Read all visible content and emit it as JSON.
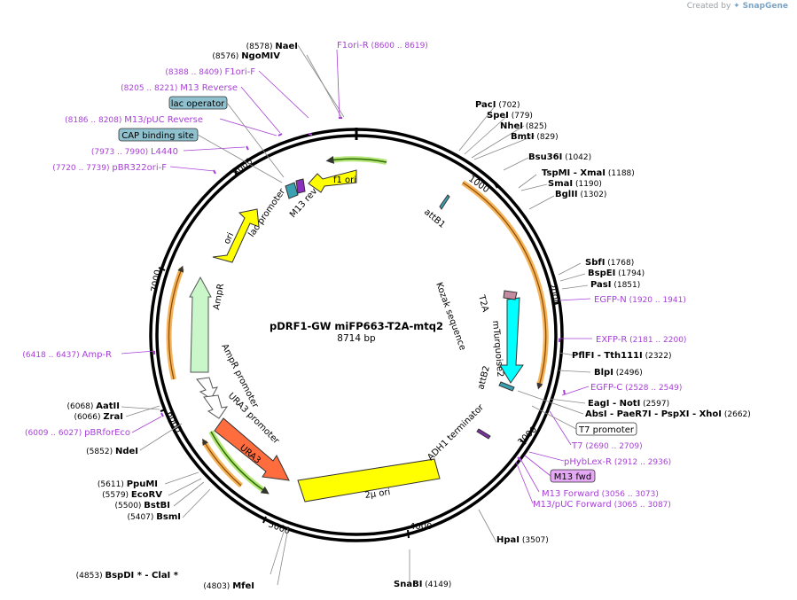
{
  "credit": {
    "prefix": "Created by",
    "brand": "SnapGene"
  },
  "plasmid": {
    "name": "pDRF1-GW miFP663-T2A-mtq2",
    "size_label": "8714 bp"
  },
  "colors": {
    "primer": "#a742d6",
    "enzyme": "#000000",
    "arrow_yellow": "#ffff00",
    "arrow_orange": "#ff6d3f",
    "arrow_cyan": "#00ffff",
    "arrow_green": "#b3f0b3",
    "arrow_white": "#ffffff"
  },
  "ticks": [
    "1000",
    "2000",
    "3000",
    "4000",
    "5000",
    "6000",
    "7000",
    "8000"
  ],
  "sites": [
    {
      "pos": "(8578)",
      "name": "NaeI"
    },
    {
      "pos": "(8576)",
      "name": "NgoMIV"
    },
    {
      "pos": "(702)",
      "name": "PacI"
    },
    {
      "pos": "(779)",
      "name": "SpeI"
    },
    {
      "pos": "(825)",
      "name": "NheI"
    },
    {
      "pos": "(829)",
      "name": "BmtI"
    },
    {
      "pos": "(1042)",
      "name": "Bsu36I"
    },
    {
      "pos": "(1188)",
      "name": "TspMI  - XmaI"
    },
    {
      "pos": "(1190)",
      "name": "SmaI"
    },
    {
      "pos": "(1302)",
      "name": "BglII"
    },
    {
      "pos": "(1768)",
      "name": "SbfI"
    },
    {
      "pos": "(1794)",
      "name": "BspEI"
    },
    {
      "pos": "(1851)",
      "name": "PasI"
    },
    {
      "pos": "(2322)",
      "name": "PflFI  - Tth111I"
    },
    {
      "pos": "(2496)",
      "name": "BlpI"
    },
    {
      "pos": "(2597)",
      "name": "EagI  - NotI"
    },
    {
      "pos": "(2662)",
      "name": "AbsI  - PaeR7I  - PspXI  - XhoI"
    },
    {
      "pos": "(3507)",
      "name": "HpaI"
    },
    {
      "pos": "(4149)",
      "name": "SnaBI"
    },
    {
      "pos": "(4853)",
      "name": "BspDI *  - ClaI *"
    },
    {
      "pos": "(4803)",
      "name": "MfeI"
    },
    {
      "pos": "(5407)",
      "name": "BsmI"
    },
    {
      "pos": "(5500)",
      "name": "BstBI"
    },
    {
      "pos": "(5579)",
      "name": "EcoRV"
    },
    {
      "pos": "(5611)",
      "name": "PpuMI"
    },
    {
      "pos": "(5852)",
      "name": "NdeI"
    },
    {
      "pos": "(6066)",
      "name": "ZraI"
    },
    {
      "pos": "(6068)",
      "name": "AatII"
    }
  ],
  "primers": [
    {
      "name": "F1ori-R",
      "range": "(8600 .. 8619)"
    },
    {
      "name": "F1ori-F",
      "range": "(8388 .. 8409)"
    },
    {
      "name": "M13 Reverse",
      "range": "(8205 .. 8221)"
    },
    {
      "name": "M13/pUC Reverse",
      "range": "(8186 .. 8208)"
    },
    {
      "name": "L4440",
      "range": "(7973 .. 7990)"
    },
    {
      "name": "pBR322ori-F",
      "range": "(7720 .. 7739)"
    },
    {
      "name": "EGFP-N",
      "range": "(1920 .. 1941)"
    },
    {
      "name": "EXFP-R",
      "range": "(2181 .. 2200)"
    },
    {
      "name": "EGFP-C",
      "range": "(2528 .. 2549)"
    },
    {
      "name": "T7",
      "range": "(2690 .. 2709)"
    },
    {
      "name": "pHybLex-R",
      "range": "(2912 .. 2936)"
    },
    {
      "name": "M13 Forward",
      "range": "(3056 .. 3073)"
    },
    {
      "name": "M13/pUC Forward",
      "range": "(3065 .. 3087)"
    },
    {
      "name": "Amp-R",
      "range": "(6418 .. 6437)"
    },
    {
      "name": "pBRforEco",
      "range": "(6009 .. 6027)"
    }
  ],
  "boxes": {
    "lac_operator": "lac operator",
    "cap_site": "CAP binding site",
    "t7_promoter": "T7 promoter",
    "m13_fwd": "M13 fwd"
  },
  "features": {
    "f1_ori": "f1 ori",
    "ori": "ori",
    "lac_promoter": "lac promoter",
    "m13_rev": "M13 rev",
    "attB1": "attB1",
    "kozak": "Kozak sequence",
    "t2a": "T2A",
    "mturquoise2": "mTurquoise2",
    "attB2": "attB2",
    "adh1": "ADH1 terminator",
    "two_mu_ori": "2μ ori",
    "ura3": "URA3",
    "ura3_promoter": "URA3 promoter",
    "ampr_promoter": "AmpR promoter",
    "ampr": "AmpR"
  }
}
